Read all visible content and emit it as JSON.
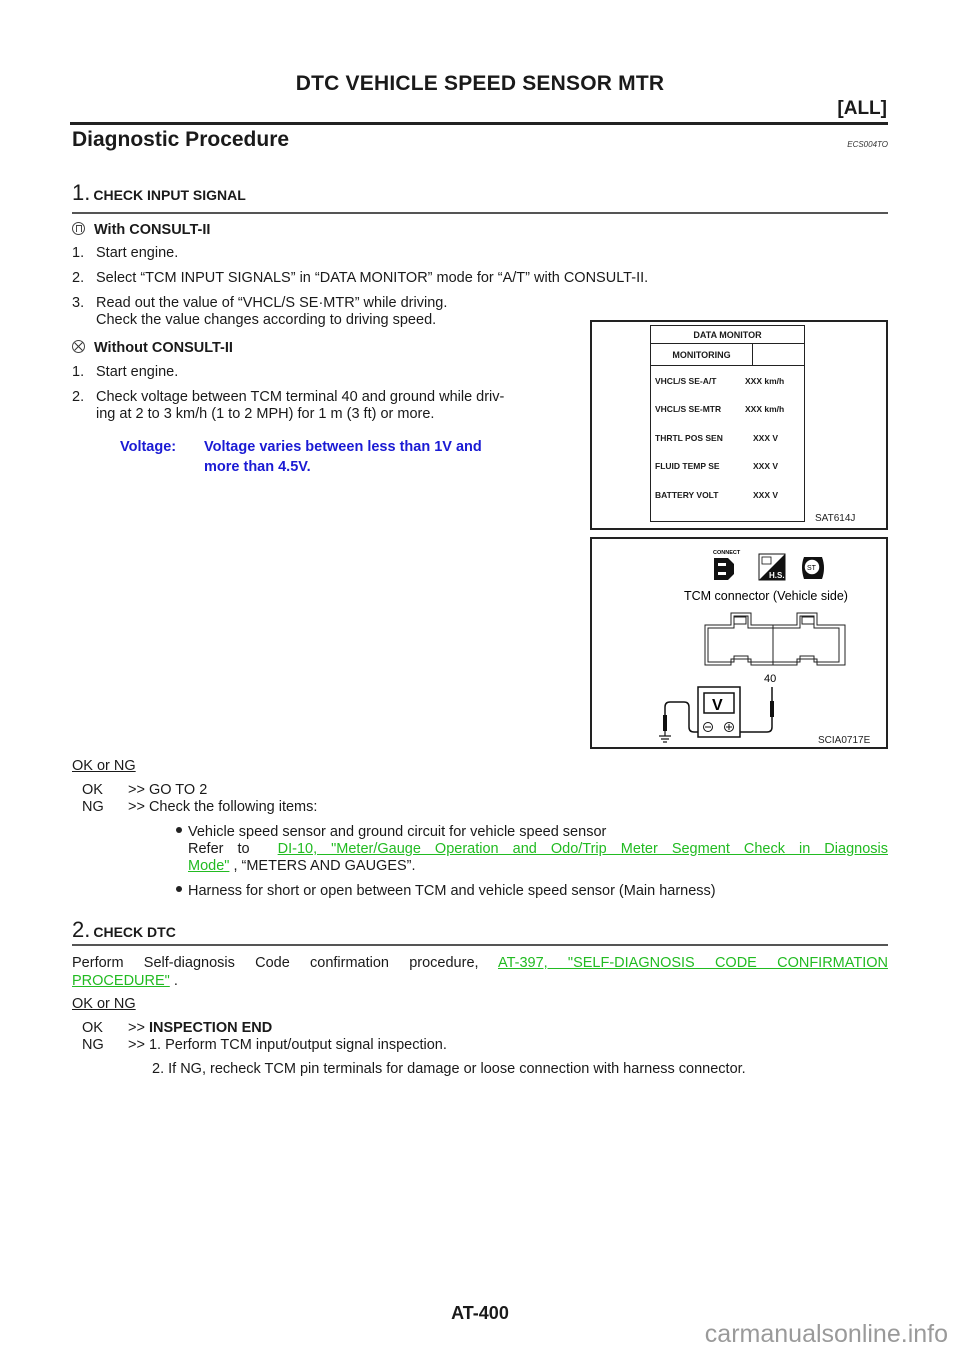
{
  "header": {
    "title": "DTC VEHICLE SPEED SENSOR MTR",
    "tag": "[ALL]"
  },
  "section": {
    "title": "Diagnostic Procedure",
    "code": "ECS004TO"
  },
  "step1": {
    "number": "1.",
    "title": "CHECK INPUT SIGNAL",
    "with_consult": {
      "icon": "consult-icon",
      "label": "With CONSULT-II",
      "items": [
        {
          "num": "1.",
          "text": "Start engine."
        },
        {
          "num": "2.",
          "text": "Select “TCM INPUT SIGNALS” in “DATA MONITOR” mode for “A/T” with CONSULT-II."
        },
        {
          "num": "3.",
          "text": "Read out the value of “VHCL/S SE·MTR” while driving.",
          "text2": "Check the value changes according to driving speed."
        }
      ]
    },
    "without_consult": {
      "icon": "no-consult-icon",
      "label": "Without CONSULT-II",
      "items": [
        {
          "num": "1.",
          "text": "Start engine."
        },
        {
          "num": "2.",
          "text": "Check voltage between TCM terminal 40 and ground while driv-",
          "text2": "ing at 2 to 3 km/h (1 to 2 MPH) for 1 m (3 ft) or more."
        }
      ]
    },
    "spec": {
      "label": "Voltage:",
      "line1": "Voltage varies between less than 1V and",
      "line2": "more than 4.5V."
    },
    "ok_ng_label": "OK or NG",
    "results": {
      "ok_key": "OK",
      "ok_text": ">> GO TO 2",
      "ng_key": "NG",
      "ng_text": ">> Check the following items:",
      "bullets": [
        {
          "text": "Vehicle speed sensor and ground circuit for vehicle speed sensor",
          "refer_prefix": "Refer to",
          "link_line1": "DI-10, \"Meter/Gauge Operation and Odo/Trip Meter Segment Check in Diagnosis",
          "link_line2": "Mode\"",
          "suffix": " , “METERS AND GAUGES”."
        },
        {
          "text": "Harness for short or open between TCM and vehicle speed sensor (Main harness)"
        }
      ]
    }
  },
  "figure1": {
    "id": "SAT614J",
    "title": "DATA MONITOR",
    "subtitle": "MONITORING",
    "rows": [
      {
        "name": "VHCL/S SE-A/T",
        "value": "XXX km/h"
      },
      {
        "name": "VHCL/S SE-MTR",
        "value": "XXX km/h"
      },
      {
        "name": "THRTL POS SEN",
        "value": "XXX V"
      },
      {
        "name": "FLUID TEMP SE",
        "value": "XXX V"
      },
      {
        "name": "BATTERY VOLT",
        "value": "XXX V"
      }
    ]
  },
  "figure2": {
    "id": "SCIA0717E",
    "connect_label": "CONNECT",
    "hs_label": "H.S.",
    "key_label": "ST",
    "caption": "TCM connector (Vehicle side)",
    "terminal": "40",
    "meter_label": "V"
  },
  "step2": {
    "number": "2.",
    "title": "CHECK DTC",
    "text_prefix": "Perform Self-diagnosis Code confirmation procedure,",
    "link_line1": "AT-397, \"SELF-DIAGNOSIS CODE CONFIRMATION",
    "link_line2": "PROCEDURE\"",
    "text_suffix": " .",
    "ok_ng_label": "OK or NG",
    "results": {
      "ok_key": "OK",
      "ok_prefix": ">>",
      "ok_text": "INSPECTION END",
      "ng_key": "NG",
      "ng_text": ">> 1. Perform TCM input/output signal inspection.",
      "ng_text2": "2. If NG, recheck TCM pin terminals for damage or loose connection with harness connector."
    }
  },
  "footer": {
    "page": "AT-400",
    "watermark": "carmanualsonline.info"
  }
}
